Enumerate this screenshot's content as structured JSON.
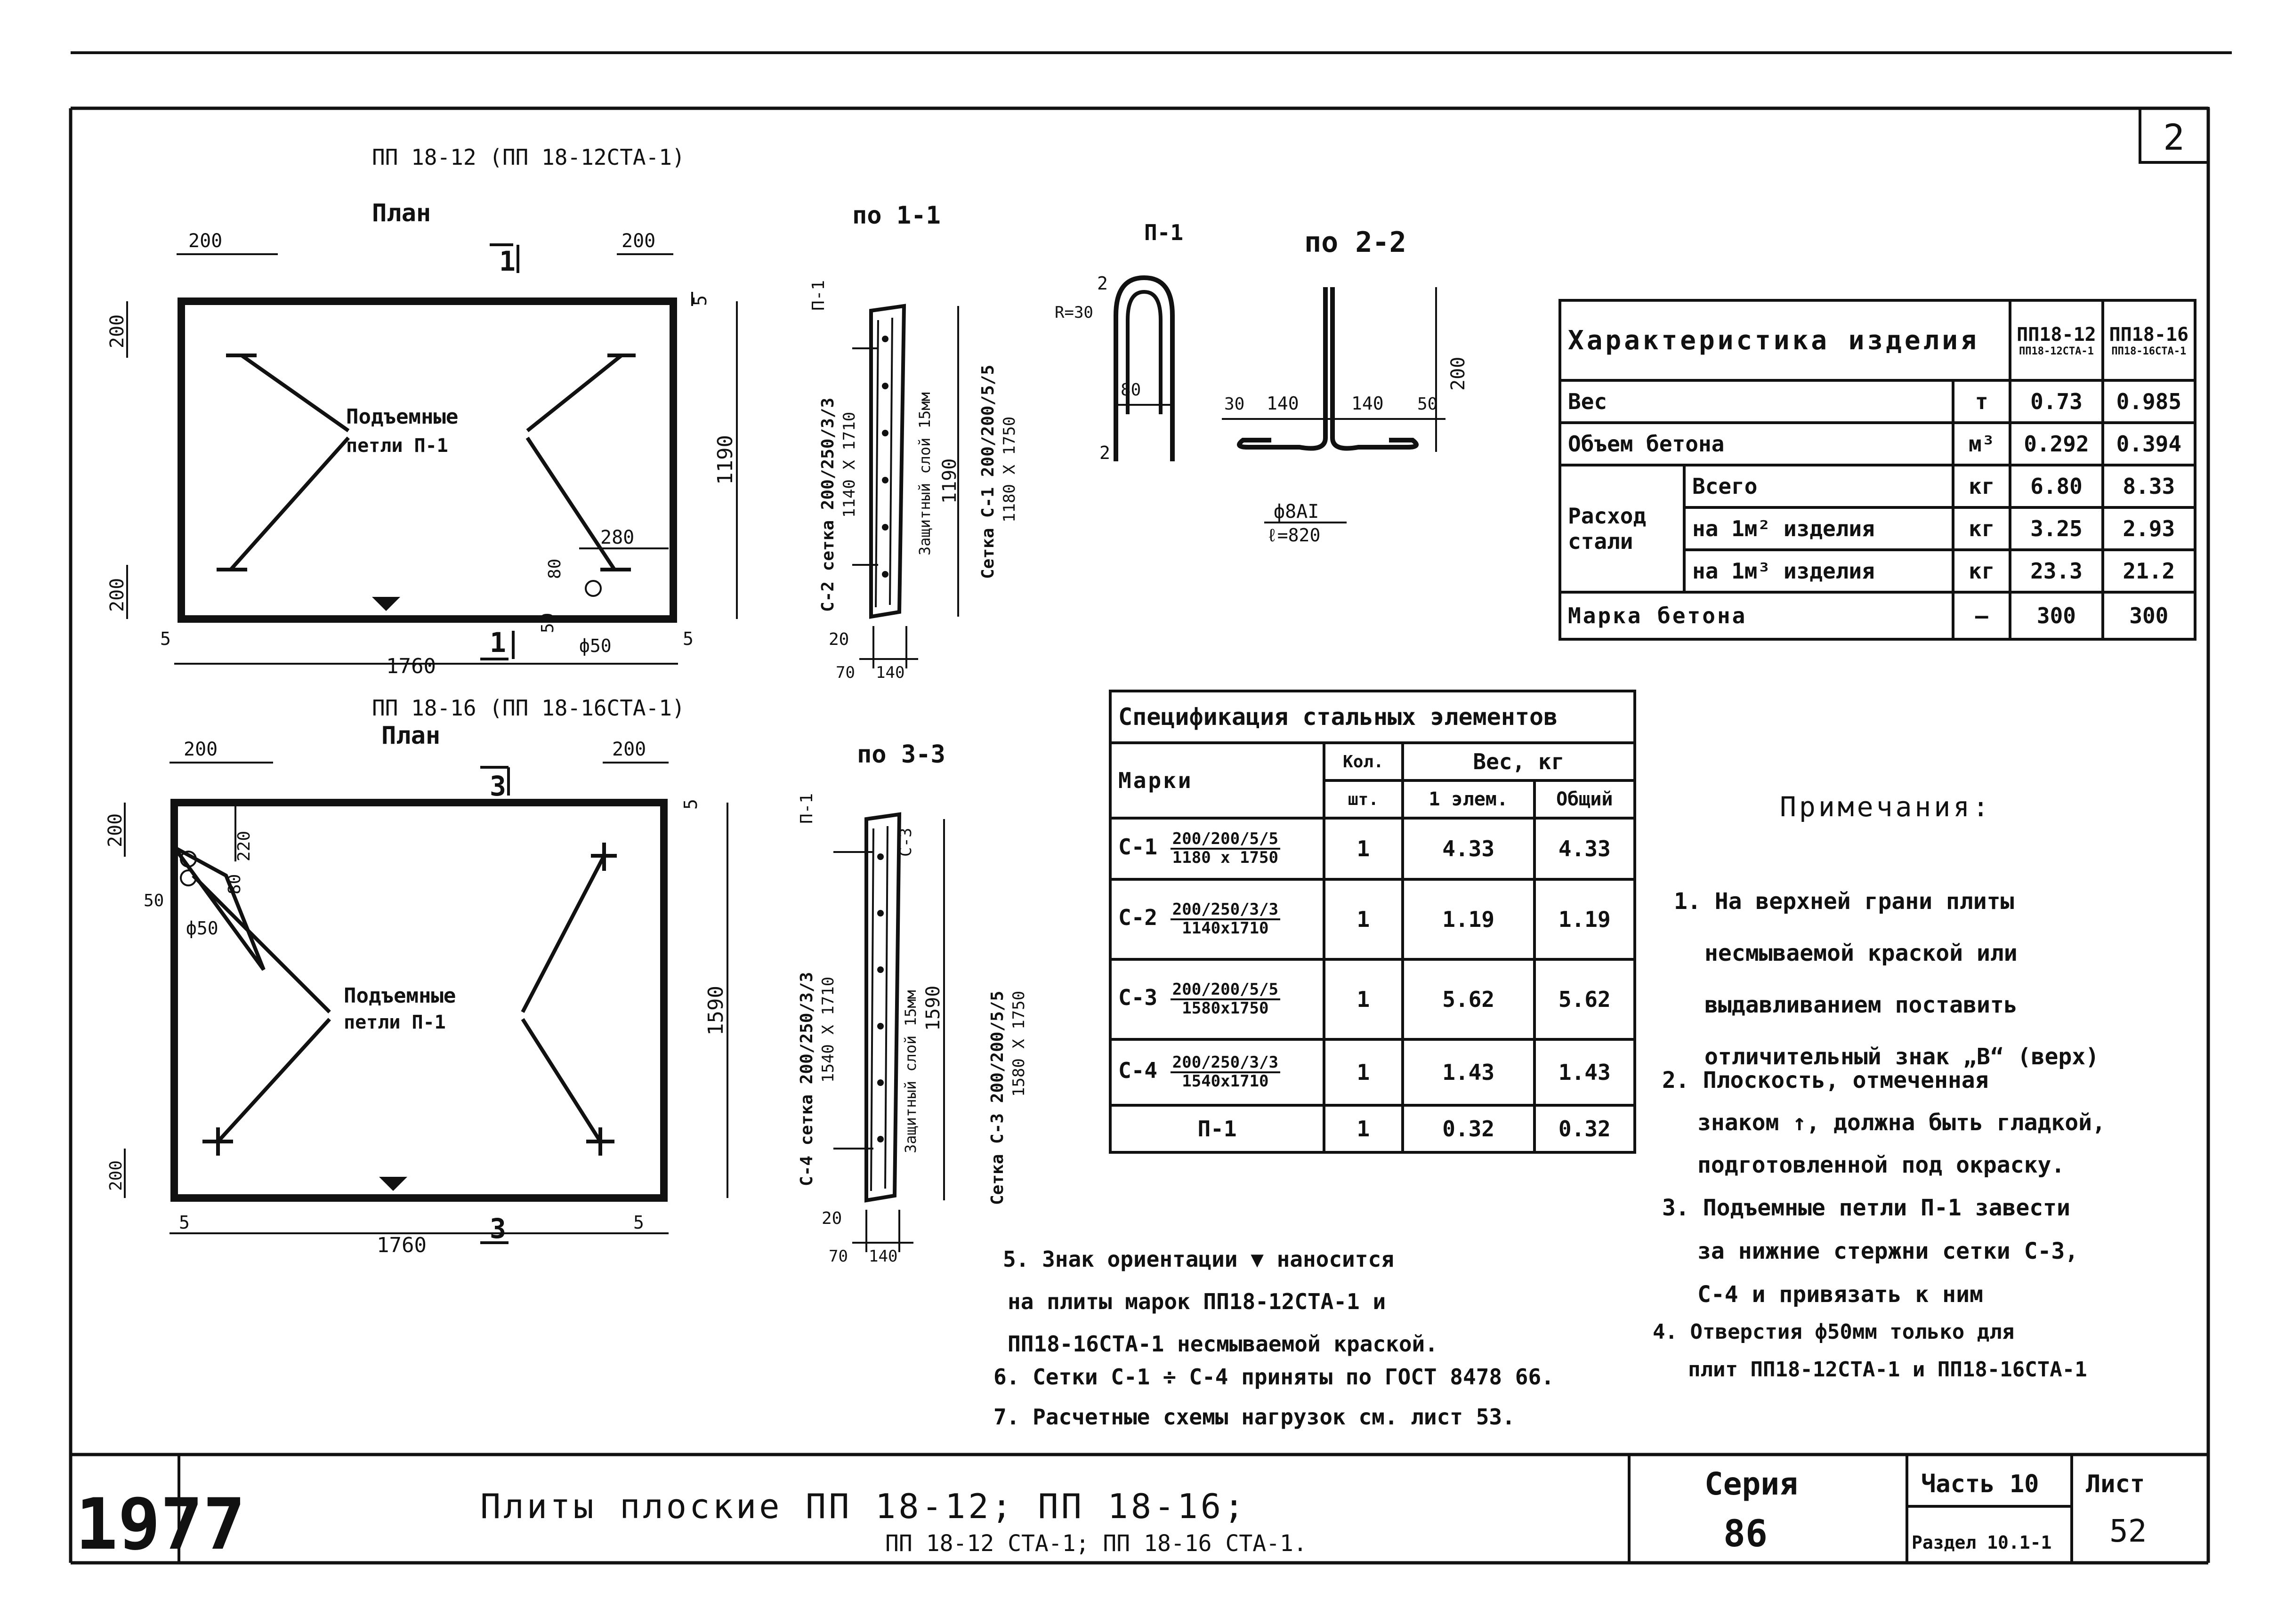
{
  "sheet": {
    "number": "2",
    "year": "1977",
    "title_line1": "Плиты плоские ПП 18-12; ПП 18-16;",
    "title_line2": "ПП 18-12 СТА-1; ПП 18-16 СТА-1.",
    "series_label": "Серия",
    "series_value": "86",
    "part_label": "Часть 10",
    "section_label": "Раздел 10.1-1",
    "sheet_label": "Лист",
    "sheet_value": "52"
  },
  "plan1": {
    "title": "ПП 18-12 (ПП 18-12СТА-1)",
    "subtitle": "План",
    "section_mark": "1",
    "dim_top_left": "200",
    "dim_top_right": "200",
    "dim_left_top": "200",
    "dim_left_bottom": "200",
    "dim_right_small": "5",
    "dim_right_height": "1190",
    "dim_bottom_left": "5",
    "dim_bottom_right": "5",
    "dim_width": "1760",
    "dim_loop": "280",
    "dim_hole_80": "80",
    "dim_hole_50": "50",
    "dim_hole_dia": "ф50",
    "loops_label_1": "Подъемные",
    "loops_label_2": "петли П-1"
  },
  "plan2": {
    "title": "ПП 18-16 (ПП 18-16СТА-1)",
    "subtitle": "План",
    "section_mark": "3",
    "dim_top_left": "200",
    "dim_top_right": "200",
    "dim_left_top": "200",
    "dim_left_bottom": "200",
    "dim_right_small": "5",
    "dim_right_height": "1590",
    "dim_bottom_left": "5",
    "dim_bottom_right": "5",
    "dim_width": "1760",
    "dim_220": "220",
    "dim_80": "80",
    "dim_50": "50",
    "dim_hole_dia": "ф50",
    "loops_label_1": "Подъемные",
    "loops_label_2": "петли П-1"
  },
  "section11": {
    "title": "по 1-1",
    "p1": "П-1",
    "mesh_left": "С-2 сетка 200/250/3/3",
    "mesh_left_size": "1140 X 1710",
    "cover": "Защитный слой 15мм",
    "height": "1190",
    "mesh_right": "Сетка С-1 200/200/5/5",
    "mesh_right_size": "1180 X 1750",
    "dim_20": "20",
    "dim_70": "70",
    "dim_140": "140"
  },
  "section33": {
    "title": "по 3-3",
    "p1": "П-1",
    "c3": "С-3",
    "mesh_left": "С-4 сетка 200/250/3/3",
    "mesh_left_size": "1540 X 1710",
    "cover": "Защитный слой 15мм",
    "height": "1590",
    "mesh_right": "Сетка С-3 200/200/5/5",
    "mesh_right_size": "1580 X 1750",
    "dim_20": "20",
    "dim_70": "70",
    "dim_140": "140"
  },
  "loop_p1": {
    "title": "П-1",
    "r": "R=30",
    "dim_2a": "2",
    "dim_2b": "2",
    "dim_80": "80"
  },
  "section22": {
    "title": "по 2-2",
    "d30": "30",
    "d140a": "140",
    "d140b": "140",
    "d50": "50",
    "d200": "200",
    "bar": "ф8AI",
    "length": "ℓ=820"
  },
  "characteristics": {
    "header": "Характеристика изделия",
    "col1": "ПП18-12",
    "col1_sub": "ПП18-12СТА-1",
    "col2": "ПП18-16",
    "col2_sub": "ПП18-16СТА-1",
    "rows": [
      {
        "label": "Вес",
        "unit": "т",
        "v1": "0.73",
        "v2": "0.985"
      },
      {
        "label": "Объем бетона",
        "unit": "м³",
        "v1": "0.292",
        "v2": "0.394"
      }
    ],
    "steel_label_1": "Расход",
    "steel_label_2": "стали",
    "steel_rows": [
      {
        "label": "Всего",
        "unit": "кг",
        "v1": "6.80",
        "v2": "8.33"
      },
      {
        "label": "на 1м² изделия",
        "unit": "кг",
        "v1": "3.25",
        "v2": "2.93"
      },
      {
        "label": "на 1м³ изделия",
        "unit": "кг",
        "v1": "23.3",
        "v2": "21.2"
      }
    ],
    "grade_label": "Марка бетона",
    "grade_unit": "—",
    "grade_v1": "300",
    "grade_v2": "300"
  },
  "specification": {
    "title": "Спецификация стальных элементов",
    "col_marks": "Марки",
    "col_qty": "Кол.",
    "col_qty_unit": "шт.",
    "col_weight": "Вес, кг",
    "col_one": "1 элем.",
    "col_total": "Общий",
    "rows": [
      {
        "mark": "С-1",
        "num": "200/200/5/5",
        "den": "1180 x 1750",
        "qty": "1",
        "one": "4.33",
        "total": "4.33"
      },
      {
        "mark": "С-2",
        "num": "200/250/3/3",
        "den": "1140x1710",
        "qty": "1",
        "one": "1.19",
        "total": "1.19"
      },
      {
        "mark": "С-3",
        "num": "200/200/5/5",
        "den": "1580x1750",
        "qty": "1",
        "one": "5.62",
        "total": "5.62"
      },
      {
        "mark": "С-4",
        "num": "200/250/3/3",
        "den": "1540x1710",
        "qty": "1",
        "one": "1.43",
        "total": "1.43"
      },
      {
        "mark": "П-1",
        "num": "",
        "den": "",
        "qty": "1",
        "one": "0.32",
        "total": "0.32"
      }
    ]
  },
  "notes": {
    "title": "Примечания:",
    "n1": [
      "1. На верхней грани плиты",
      "несмываемой краской или",
      "выдавливанием поставить",
      "отличительный знак „В“ (верх)"
    ],
    "n2": [
      "2. Плоскость, отмеченная",
      "знаком ↑, должна быть гладкой,",
      "подготовленной под окраску."
    ],
    "n3": [
      "3. Подъемные петли П-1 завести",
      "за нижние стержни сетки С-3,",
      "С-4 и привязать к ним"
    ],
    "n4": [
      "4. Отверстия ф50мм только для",
      "плит ПП18-12СТА-1 и ПП18-16СТА-1"
    ],
    "n5": [
      "5. Знак ориентации ▼ наносится",
      "на плиты марок ПП18-12СТА-1 и",
      "ПП18-16СТА-1 несмываемой краской."
    ],
    "n6": [
      "6. Сетки С-1 ÷ С-4 приняты по ГОСТ 8478 66."
    ],
    "n7": [
      "7. Расчетные схемы нагрузок см. лист 53."
    ]
  }
}
